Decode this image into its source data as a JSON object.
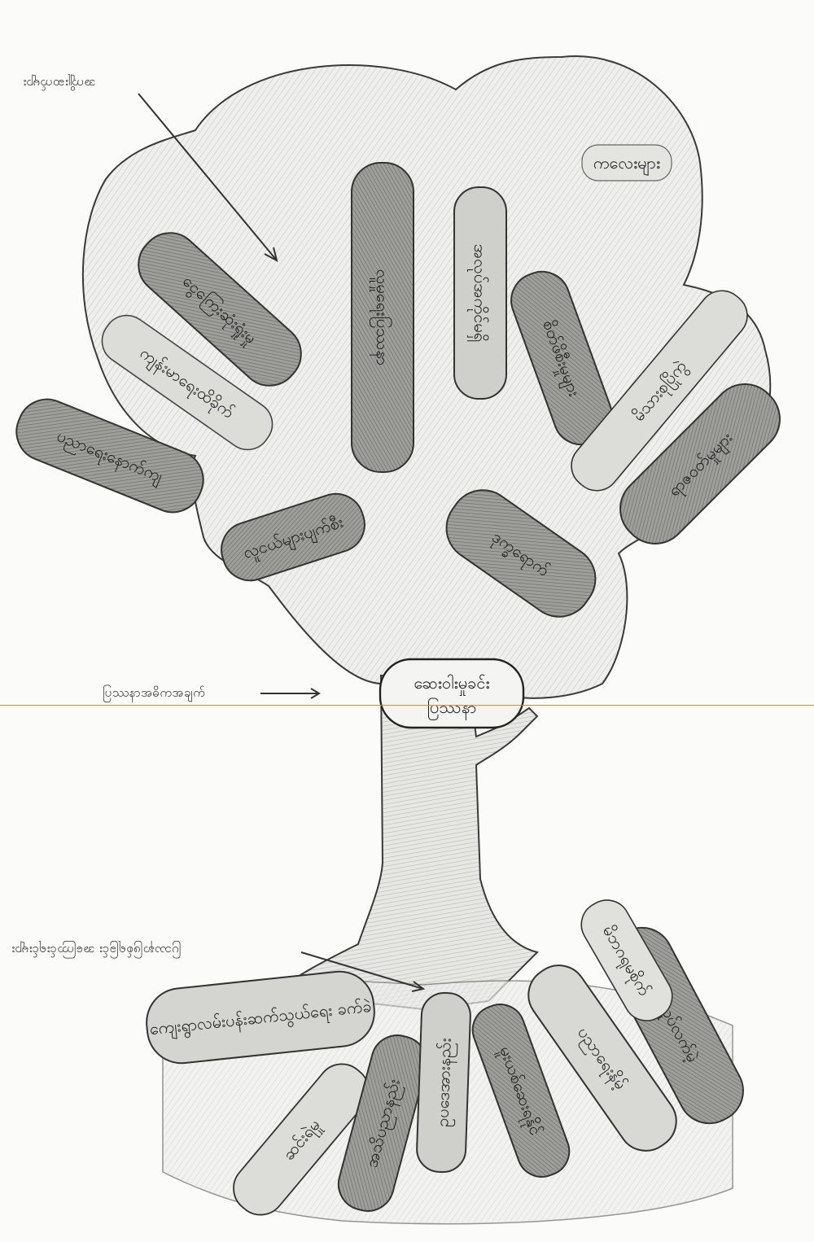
{
  "labels": {
    "leaves_label": "အကျိုးဆက်များ",
    "trunk_label": "ပြဿနာအဓိကအချက်",
    "roots_label": "ပြဿနာဖြစ်ရခြင်း အကြောင်းရင်းများ"
  },
  "leaves": [
    "ငွေကြေးဆုံးရှုံးမှု",
    "ကျန်းမာရေးထိခိုက်",
    "ပညာရေးနောက်ကျ",
    "လူမှုရေးပြဿနာ",
    "အလုပ်အကိုင်မရှိ",
    "စိတ်ဖိစီးမှုများ",
    "မိသားစုပြိုကွဲ",
    "ရာဇဝတ်မှုများ",
    "ဒုက္ခရောက်",
    "လူငယ်များပျက်စီး",
    "ကလေးများ"
  ],
  "problem": {
    "line1": "ဆေးဝါးမှုခင်း",
    "line2": "ပြဿနာ"
  },
  "roots": [
    "ကျေးရွာလမ်းပန်းဆက်သွယ်ရေး ခက်ခဲ",
    "ဆင်းရဲမှု",
    "အသိပညာနည်း",
    "ဥပဒေအားနည်း",
    "မူးယစ်ဆေးရနိုင်",
    "ပညာရေးနိမ့်",
    "အလုပ်လက်မဲ့",
    "မိဘဂရုမစိုက်"
  ]
}
